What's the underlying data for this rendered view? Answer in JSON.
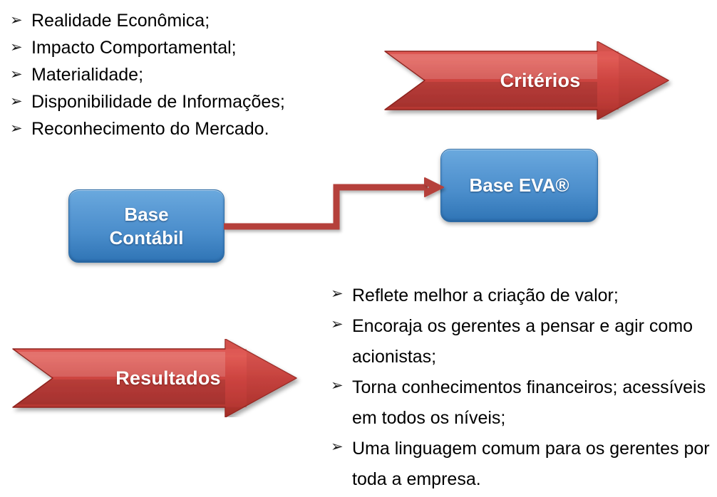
{
  "slide": {
    "background_color": "#ffffff",
    "accent_red": "#c0392b",
    "accent_blue": "#5b9bd5",
    "text_color": "#000000"
  },
  "bullet_glyph": "➢",
  "criteria_list": {
    "name": "criteria-list",
    "items": [
      "Realidade Econômica;",
      "Impacto Comportamental;",
      "Materialidade;",
      "Disponibilidade de Informações;",
      "Reconhecimento do Mercado."
    ]
  },
  "results_list": {
    "name": "results-list",
    "items": [
      "Reflete melhor a criação de valor;",
      "Encoraja os gerentes a pensar e agir como acionistas;",
      "Torna conhecimentos financeiros; acessíveis em todos os níveis;",
      "Uma linguagem comum para os gerentes por toda a empresa."
    ]
  },
  "arrows": {
    "criterios": {
      "label": "Critérios",
      "direction": "right",
      "color": "#c0392b"
    },
    "resultados": {
      "label": "Resultados",
      "direction": "right",
      "color": "#c0392b"
    }
  },
  "boxes": {
    "base_contabil": {
      "label": "Base\nContábil",
      "color": "#5b9bd5"
    },
    "base_eva": {
      "label": "Base EVA®",
      "color": "#5b9bd5"
    }
  },
  "connector": {
    "from": "Base Contábil",
    "to": "Base EVA®",
    "style": "elbow-arrow",
    "color": "#c0392b"
  }
}
